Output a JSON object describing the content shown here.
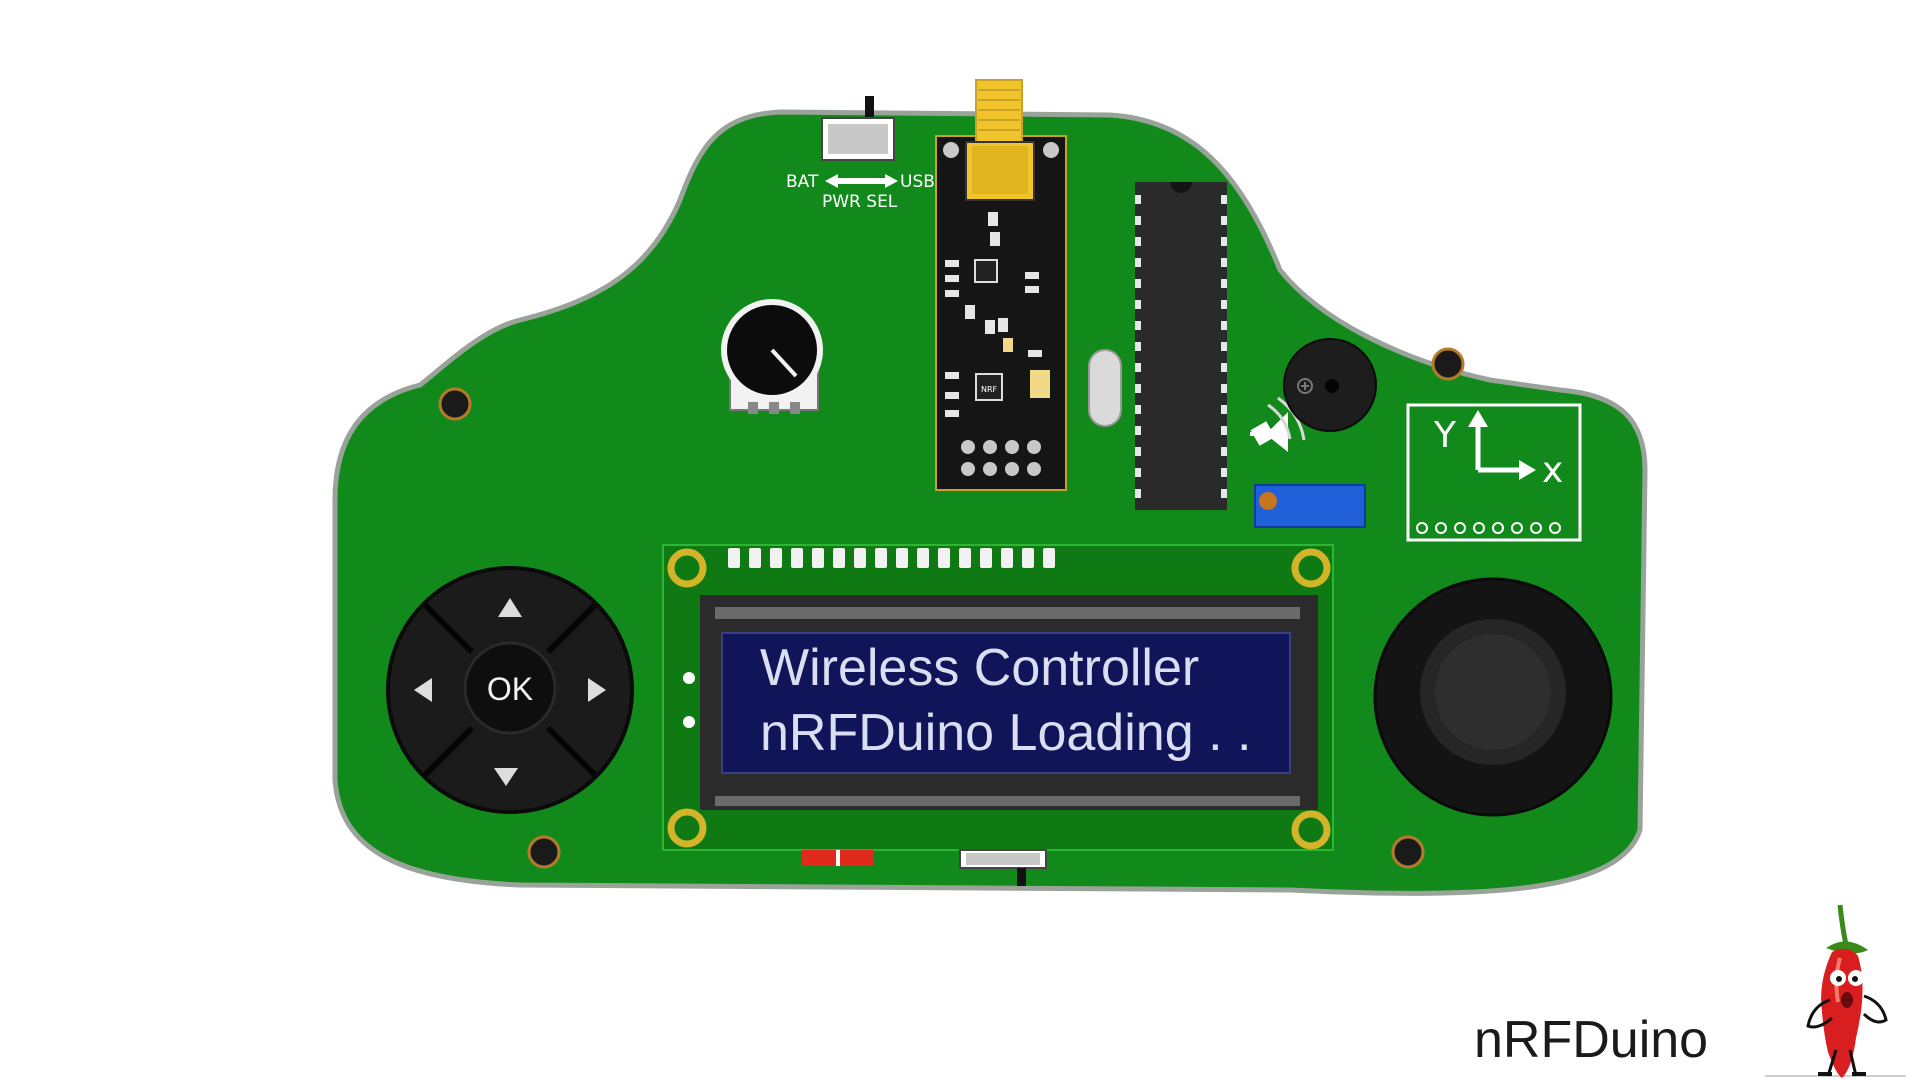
{
  "power_switch": {
    "left_label": "BAT",
    "right_label": "USB",
    "caption": "PWR SEL"
  },
  "lcd": {
    "line1": "Wireless Controller",
    "line2": "nRFDuino Loading . ."
  },
  "dpad": {
    "center_label": "OK"
  },
  "axis_module": {
    "y_label": "Y",
    "x_label": "x"
  },
  "radio_module": {
    "chip_marking": "NRF"
  },
  "brand": {
    "name": "nRFDuino"
  },
  "colors": {
    "pcb": "#118a1b",
    "lcd_bezel": "#0f7a14",
    "lcd_screen": "#10155a",
    "gold": "#d4b428",
    "blue_trimpot": "#1f5fd8"
  },
  "icons": [
    "speaker-icon",
    "chili-mascot-icon",
    "arrow-up-icon",
    "arrow-down-icon",
    "arrow-left-icon",
    "arrow-right-icon"
  ]
}
